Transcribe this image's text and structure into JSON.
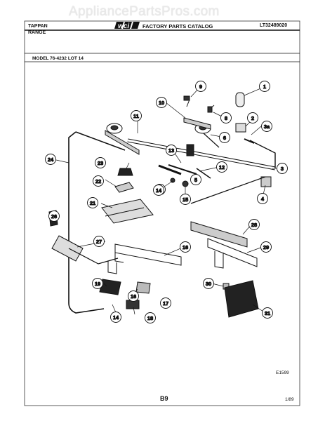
{
  "watermark": "AppliancePartsPros.com",
  "header": {
    "brand_line1": "TAPPAN",
    "brand_line2": "RANGE",
    "logo_text": "wci",
    "catalog_title": "FACTORY PARTS CATALOG",
    "catalog_number": "LT32489020"
  },
  "model_line": "MODEL 76-4232 LOT 14",
  "footer": {
    "diagram_code": "E1599",
    "page_number": "B9",
    "revision_date": "1/89"
  },
  "colors": {
    "ink": "#111111",
    "frame": "#333333",
    "watermark": "#e9e9e9"
  },
  "callouts": [
    "1",
    "2",
    "3",
    "3a",
    "4",
    "5",
    "6",
    "7",
    "8",
    "9",
    "10",
    "11",
    "12",
    "13",
    "14",
    "14",
    "15",
    "16",
    "16",
    "17",
    "18",
    "19",
    "21",
    "22",
    "23",
    "24",
    "26",
    "27",
    "28",
    "29",
    "30",
    "31"
  ]
}
